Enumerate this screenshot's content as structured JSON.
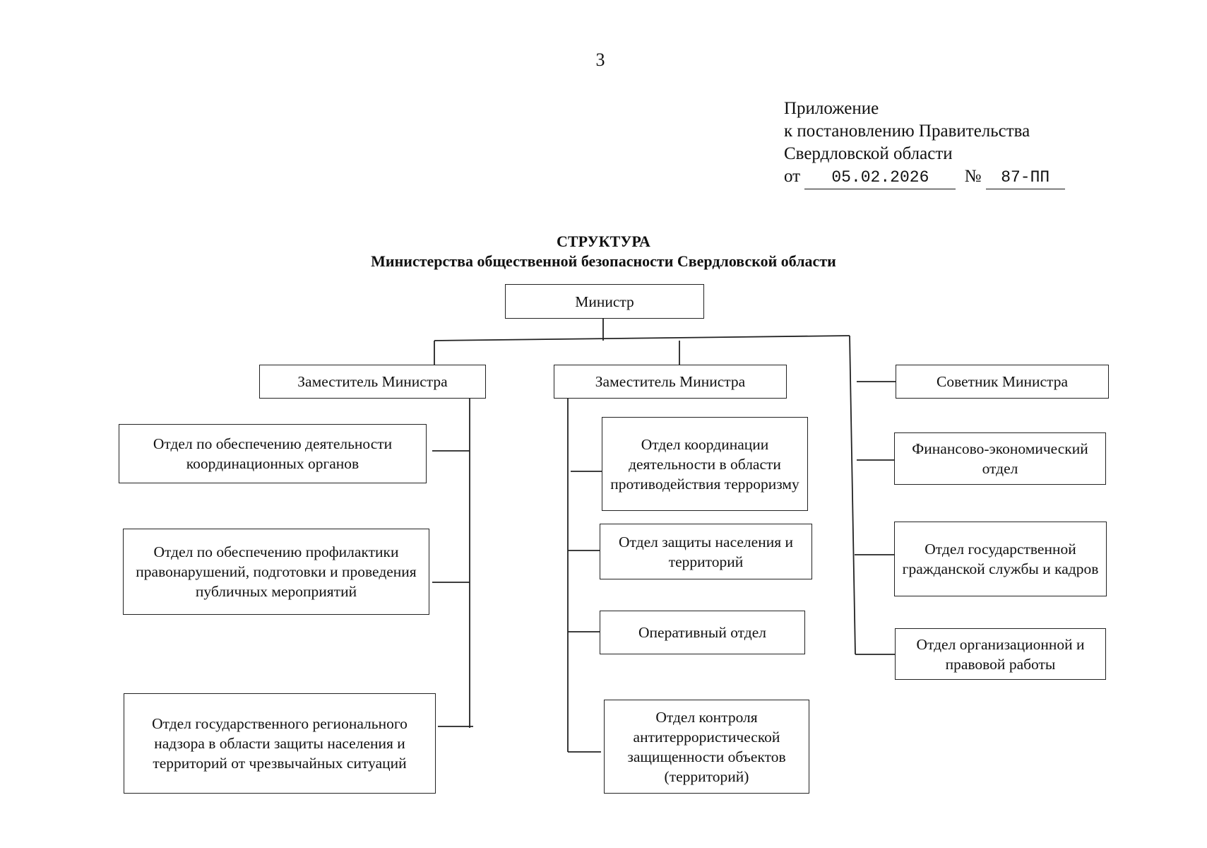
{
  "page_number": "3",
  "appendix": {
    "line1": "Приложение",
    "line2": "к постановлению Правительства",
    "line3": "Свердловской области",
    "date_prefix": "от",
    "date": "05.02.2026",
    "number_prefix": "№",
    "number": "87-ПП"
  },
  "title": {
    "main": "СТРУКТУРА",
    "sub": "Министерства общественной безопасности Свердловской области"
  },
  "nodes": {
    "minister": "Министр",
    "deputy_left": "Заместитель Министра",
    "deputy_center": "Заместитель Министра",
    "advisor": "Советник Министра",
    "left_1": "Отдел по обеспечению деятельности координационных органов",
    "left_2": "Отдел по обеспечению профилактики правонарушений, подготовки и проведения публичных мероприятий",
    "left_3": "Отдел государственного регионального надзора в области защиты населения и территорий от чрезвычайных ситуаций",
    "center_1": "Отдел координации деятельности в области противодействия терроризму",
    "center_2": "Отдел защиты населения и территорий",
    "center_3": "Оперативный отдел",
    "center_4": "Отдел контроля антитеррористической защищенности объектов (территорий)",
    "right_1": "Финансово-экономический отдел",
    "right_2": "Отдел государственной гражданской службы и кадров",
    "right_3": "Отдел организационной и правовой работы"
  }
}
